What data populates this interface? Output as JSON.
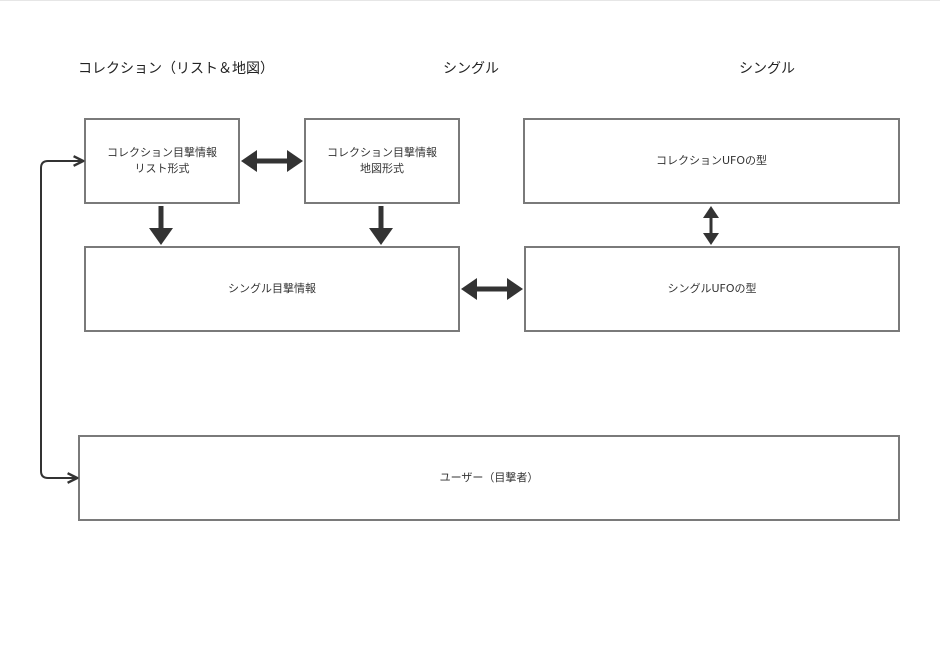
{
  "column_titles": {
    "collection": "コレクション（リスト＆地図）",
    "single_1": "シングル",
    "single_2": "シングル"
  },
  "boxes": {
    "collection_list": {
      "line1": "コレクション目撃情報",
      "line2": "リスト形式"
    },
    "collection_map": {
      "line1": "コレクション目撃情報",
      "line2": "地図形式"
    },
    "collection_ufo_type": {
      "label": "コレクションUFOの型"
    },
    "single_sighting": {
      "label": "シングル目撃情報"
    },
    "single_ufo_type": {
      "label": "シングルUFOの型"
    },
    "user": {
      "label": "ユーザー（目撃者）"
    }
  },
  "colors": {
    "box_border": "#7a7a7a",
    "arrow": "#333333",
    "text": "#333333"
  }
}
